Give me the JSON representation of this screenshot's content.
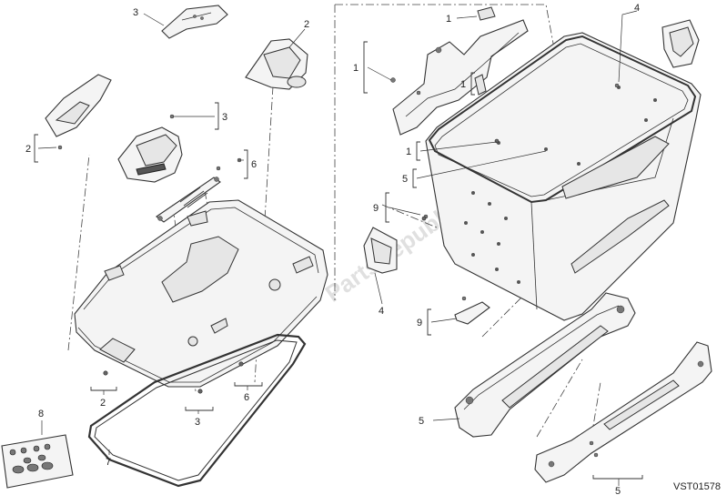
{
  "diagram": {
    "drawing_code": "VST01578",
    "watermark": "PartsRepublik",
    "callouts": {
      "c1a": "1",
      "c1b": "1",
      "c1c": "1",
      "c1d": "1",
      "c2a": "2",
      "c2b": "2",
      "c2c": "2",
      "c3a": "3",
      "c3b": "3",
      "c3c": "3",
      "c4a": "4",
      "c4b": "4",
      "c5a": "5",
      "c5b": "5",
      "c5c": "5",
      "c6a": "6",
      "c6b": "6",
      "c7": "7",
      "c8": "8",
      "c9a": "9",
      "c9b": "9"
    },
    "icons": [
      "pannier-lid-shape",
      "pannier-body-shape",
      "bracket-shape",
      "screw-shape",
      "seal-shape",
      "hardware-kit-shape"
    ]
  }
}
